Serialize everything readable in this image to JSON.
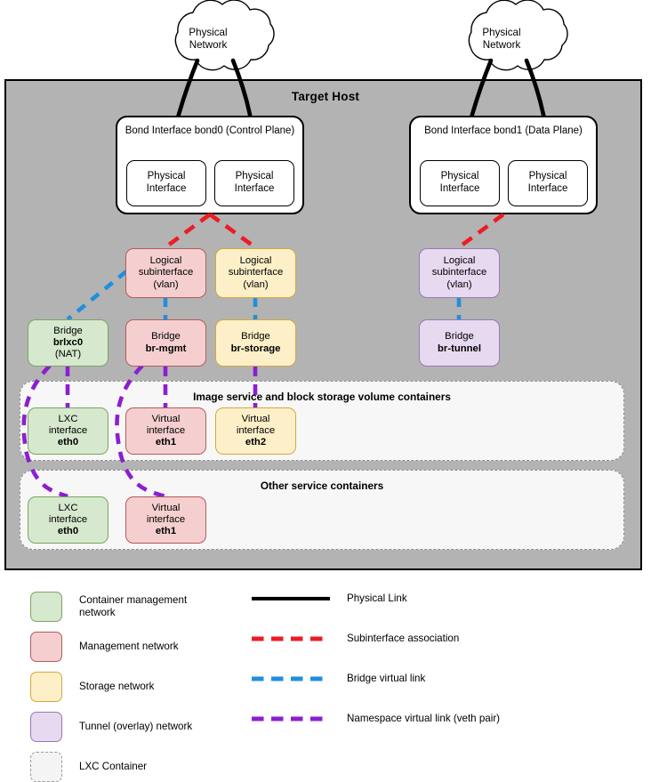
{
  "host": {
    "title": "Target Host"
  },
  "clouds": [
    {
      "id": "cloud-left",
      "line1": "Physical",
      "line2": "Network"
    },
    {
      "id": "cloud-right",
      "line1": "Physical",
      "line2": "Network"
    }
  ],
  "bonds": [
    {
      "id": "bond0",
      "title": "Bond Interface",
      "name": "bond0",
      "role": "(Control Plane)",
      "physical_interfaces": [
        {
          "line1": "Physical",
          "line2": "Interface"
        },
        {
          "line1": "Physical",
          "line2": "Interface"
        }
      ]
    },
    {
      "id": "bond1",
      "title": "Bond Interface",
      "name": "bond1",
      "role": "(Data Plane)",
      "physical_interfaces": [
        {
          "line1": "Physical",
          "line2": "Interface"
        },
        {
          "line1": "Physical",
          "line2": "Interface"
        }
      ]
    }
  ],
  "subinterfaces": [
    {
      "id": "subif-mgmt",
      "line1": "Logical",
      "line2": "subinterface",
      "line3": "(vlan)",
      "network": "management"
    },
    {
      "id": "subif-storage",
      "line1": "Logical",
      "line2": "subinterface",
      "line3": "(vlan)",
      "network": "storage"
    },
    {
      "id": "subif-tunnel",
      "line1": "Logical",
      "line2": "subinterface",
      "line3": "(vlan)",
      "network": "tunnel"
    }
  ],
  "bridges": [
    {
      "id": "bridge-brlxc0",
      "label": "Bridge",
      "name": "brlxc0",
      "note": "(NAT)",
      "network": "container-management"
    },
    {
      "id": "bridge-br-mgmt",
      "label": "Bridge",
      "name": "br-mgmt",
      "note": "",
      "network": "management"
    },
    {
      "id": "bridge-br-storage",
      "label": "Bridge",
      "name": "br-storage",
      "note": "",
      "network": "storage"
    },
    {
      "id": "bridge-br-tunnel",
      "label": "Bridge",
      "name": "br-tunnel",
      "note": "",
      "network": "tunnel"
    }
  ],
  "containers": [
    {
      "id": "container-image-block",
      "title": "Image service and block storage volume containers",
      "interfaces": [
        {
          "id": "iface-a-eth0",
          "line1": "LXC",
          "line2": "interface",
          "name": "eth0",
          "network": "container-management"
        },
        {
          "id": "iface-a-eth1",
          "line1": "Virtual",
          "line2": "interface",
          "name": "eth1",
          "network": "management"
        },
        {
          "id": "iface-a-eth2",
          "line1": "Virtual",
          "line2": "interface",
          "name": "eth2",
          "network": "storage"
        }
      ]
    },
    {
      "id": "container-other",
      "title": "Other service containers",
      "interfaces": [
        {
          "id": "iface-b-eth0",
          "line1": "LXC",
          "line2": "interface",
          "name": "eth0",
          "network": "container-management"
        },
        {
          "id": "iface-b-eth1",
          "line1": "Virtual",
          "line2": "interface",
          "name": "eth1",
          "network": "management"
        }
      ]
    }
  ],
  "legend": {
    "swatches": [
      {
        "id": "legend-container-management",
        "label": "Container management network",
        "color": "#d6e8cd",
        "border": "#7aa663"
      },
      {
        "id": "legend-management",
        "label": "Management network",
        "color": "#f5cfcf",
        "border": "#b35b5b"
      },
      {
        "id": "legend-storage",
        "label": "Storage network",
        "color": "#fdf0c8",
        "border": "#d3a83f"
      },
      {
        "id": "legend-tunnel",
        "label": "Tunnel (overlay) network",
        "color": "#e7d9ef",
        "border": "#9a78b5"
      },
      {
        "id": "legend-lxc-container",
        "label": "LXC Container",
        "color": "#f4f4f4",
        "border": "#999999"
      }
    ],
    "lines": [
      {
        "id": "legend-physical-link",
        "label": "Physical Link",
        "color": "#000000",
        "style": "solid"
      },
      {
        "id": "legend-subinterface",
        "label": "Subinterface association",
        "color": "#ec1c24",
        "style": "dashed"
      },
      {
        "id": "legend-bridge-link",
        "label": "Bridge virtual link",
        "color": "#1f8fe0",
        "style": "dashed"
      },
      {
        "id": "legend-namespace-link",
        "label": "Namespace virtual link (veth pair)",
        "color": "#8b1fd0",
        "style": "dashed"
      }
    ]
  },
  "colors": {
    "host_background": "#b3b3b3",
    "container_management": "#d6e8cd",
    "management": "#f5cfcf",
    "storage": "#fdf0c8",
    "tunnel": "#e7d9ef",
    "physical_link": "#000000",
    "subinterface_link": "#ec1c24",
    "bridge_link": "#1f8fe0",
    "namespace_link": "#8b1fd0"
  }
}
